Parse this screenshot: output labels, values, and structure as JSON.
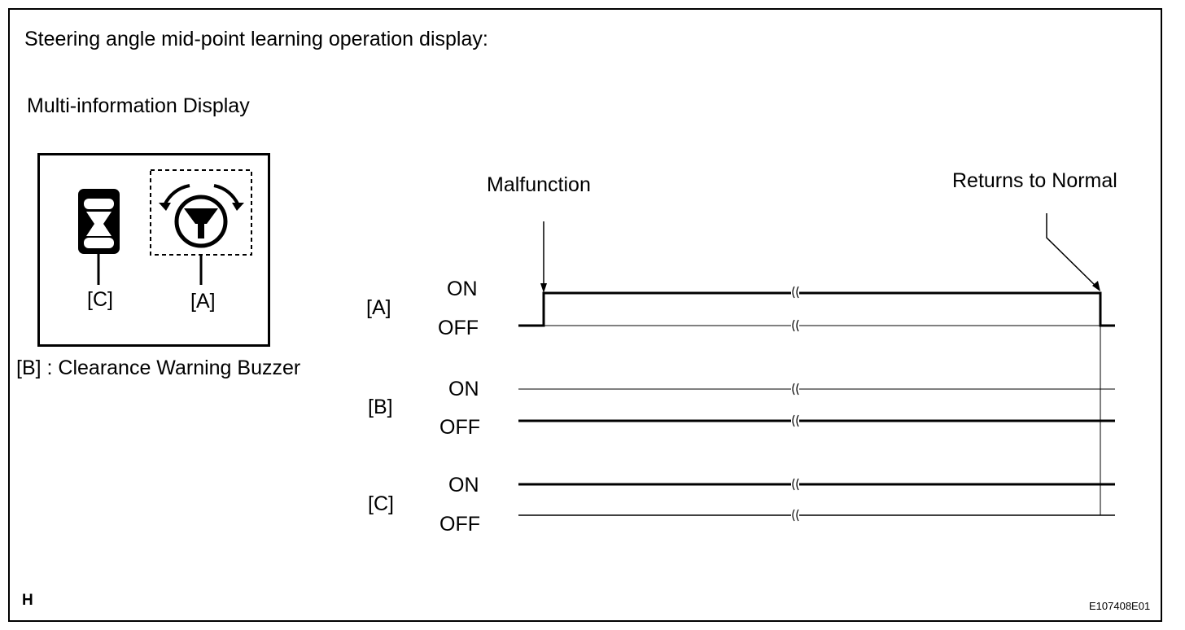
{
  "header": {
    "title": "Steering angle mid-point learning operation display:",
    "subtitle": "Multi-information Display"
  },
  "display": {
    "label_c": "[C]",
    "label_a": "[A]",
    "buzzer_note": "[B] : Clearance Warning Buzzer"
  },
  "timing": {
    "event_start": "Malfunction",
    "event_end": "Returns to Normal",
    "signals": [
      {
        "label": "[A]",
        "on": "ON",
        "off": "OFF"
      },
      {
        "label": "[B]",
        "on": "ON",
        "off": "OFF"
      },
      {
        "label": "[C]",
        "on": "ON",
        "off": "OFF"
      }
    ]
  },
  "footer": {
    "corner_letter": "H",
    "figure_code": "E107408E01"
  }
}
